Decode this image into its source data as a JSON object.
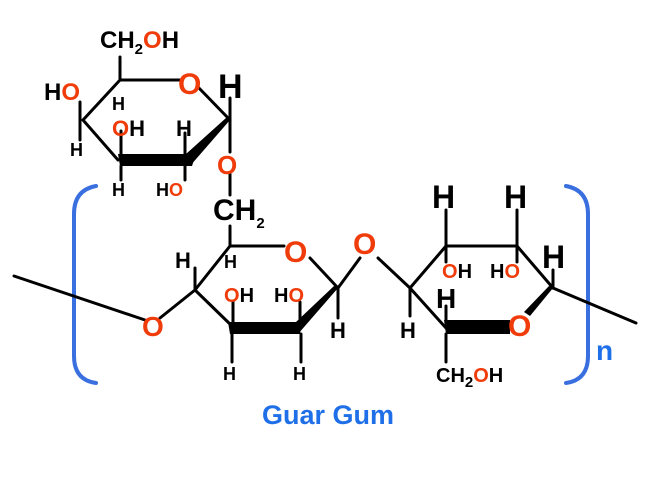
{
  "title": "Guar Gum",
  "repeat_subscript": "n",
  "colors": {
    "bond": "#000000",
    "oxygen": "#f03c0a",
    "hydrogen": "#000000",
    "bracket": "#3a6fe0",
    "title": "#1f6fe8"
  },
  "labels": {
    "side_ring": {
      "ch2oh": {
        "c": "CH",
        "sub": "2",
        "o": "O",
        "h": "H"
      },
      "ring_o": "O",
      "anomeric_h": "H",
      "ho_left": {
        "h": "H",
        "o": "O"
      },
      "h_c4": "H",
      "h_left": "H",
      "oh_c3": {
        "o": "O",
        "h": "H"
      },
      "h_c2": "H",
      "h_bottom_left": "H",
      "ho_bottom": {
        "h": "H",
        "o": "O"
      },
      "glycosidic_o": "O"
    },
    "linker": {
      "c": "CH",
      "sub": "2"
    },
    "middle_ring": {
      "h_c5_left": "H",
      "h_c5": "H",
      "ring_o": "O",
      "oh": {
        "o": "O",
        "h": "H"
      },
      "ho": {
        "h": "H",
        "o": "O"
      },
      "h_right": "H",
      "h_bottom_left": "H",
      "h_bottom_right": "H",
      "left_o": "O"
    },
    "bridge_o": "O",
    "right_ring": {
      "h_top_left": "H",
      "h_top_right": "H",
      "h_anomeric": "H",
      "oh": {
        "o": "O",
        "h": "H"
      },
      "ho": {
        "h": "H",
        "o": "O"
      },
      "h_mid": "H",
      "h_left": "H",
      "ring_o": "O",
      "ch2oh": {
        "c": "CH",
        "sub": "2",
        "o": "O",
        "h": "H"
      }
    }
  }
}
